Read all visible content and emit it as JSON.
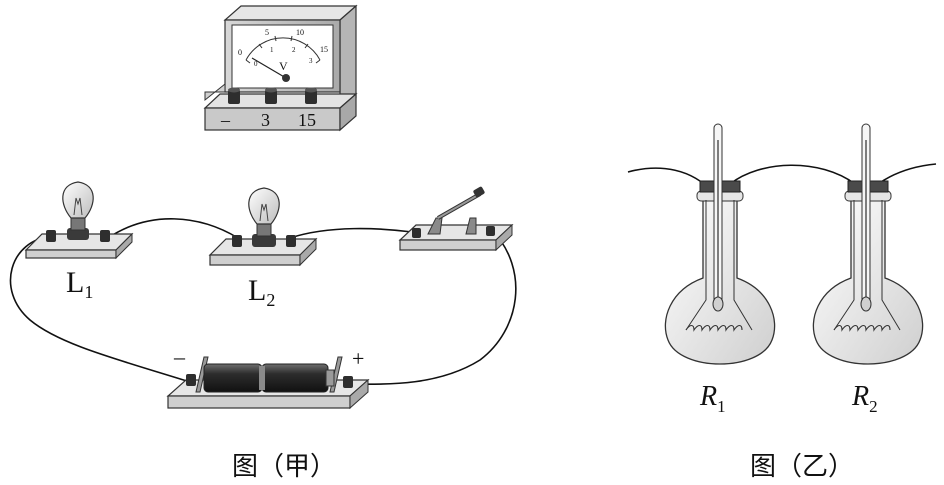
{
  "figure_a": {
    "caption": "图（甲）",
    "voltmeter": {
      "unit_label": "V",
      "upper_scale": [
        "0",
        "5",
        "10",
        "15"
      ],
      "lower_scale": [
        "0",
        "1",
        "2",
        "3"
      ],
      "terminals": [
        "–",
        "3",
        "15"
      ]
    },
    "bulbs": [
      {
        "label": "L",
        "sub": "1"
      },
      {
        "label": "L",
        "sub": "2"
      }
    ],
    "battery": {
      "minus": "–",
      "plus": "+"
    }
  },
  "figure_b": {
    "caption": "图（乙）",
    "flasks": [
      {
        "label": "R",
        "sub": "1"
      },
      {
        "label": "R",
        "sub": "2"
      }
    ]
  },
  "colors": {
    "outline": "#333333",
    "board_fill": "#d9d9d9",
    "dark": "#3a3a3a",
    "glass": "#f2f2f2"
  }
}
